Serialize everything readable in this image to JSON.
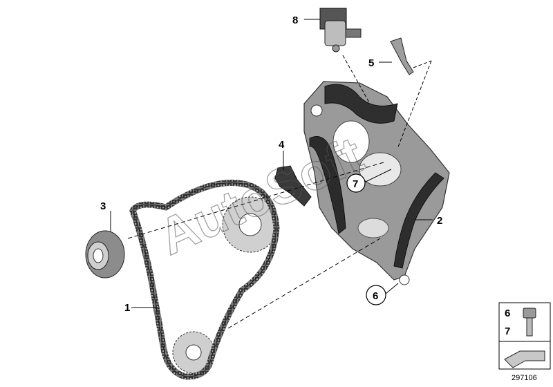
{
  "diagram": {
    "callouts": [
      {
        "id": "1",
        "label": "1"
      },
      {
        "id": "2",
        "label": "2"
      },
      {
        "id": "3",
        "label": "3"
      },
      {
        "id": "4",
        "label": "4"
      },
      {
        "id": "5",
        "label": "5"
      },
      {
        "id": "6",
        "label": "6"
      },
      {
        "id": "7",
        "label": "7"
      },
      {
        "id": "8",
        "label": "8"
      }
    ],
    "legend": {
      "item_6": "6",
      "item_7": "7"
    },
    "watermark": "AutoSoft",
    "reference_number": "297106",
    "colors": {
      "part_dark": "#3a3a3a",
      "part_mid": "#8a8a8a",
      "part_light": "#c8c8c8",
      "line": "#000000"
    }
  }
}
